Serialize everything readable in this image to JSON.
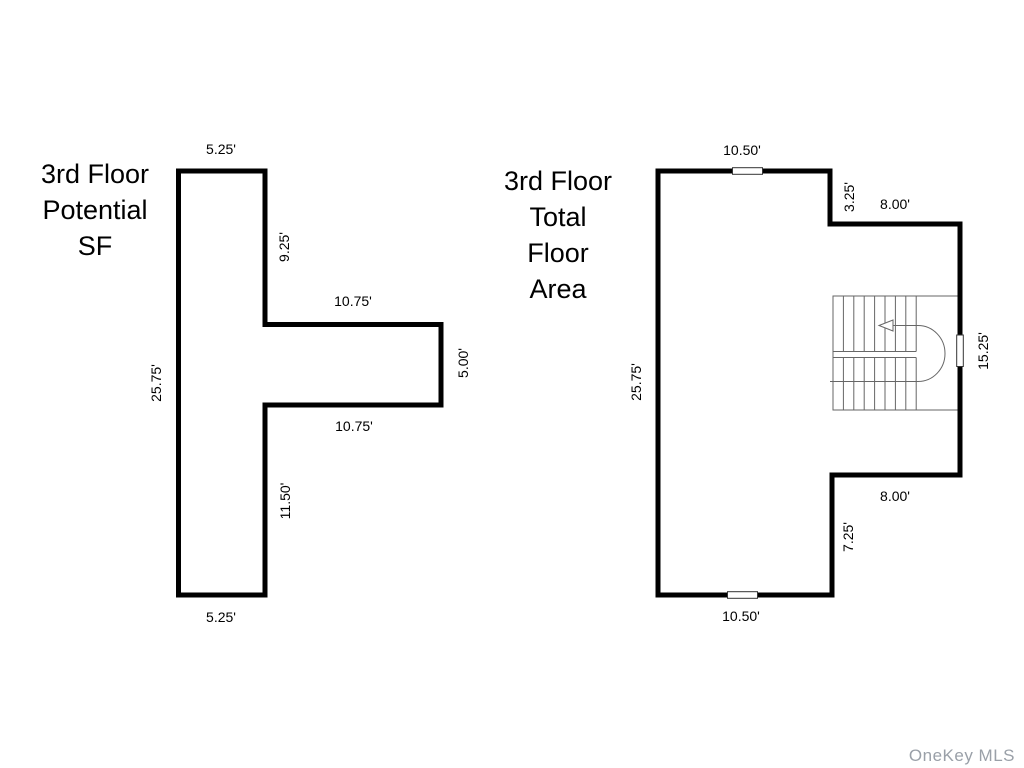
{
  "watermark": "OneKey MLS",
  "colors": {
    "wall": "#000000",
    "stair_line": "#666666",
    "text": "#000000",
    "watermark": "#9aa0a8"
  },
  "icons": {
    "stair_arrow": "left-arrow"
  },
  "left_plan": {
    "title_lines": [
      "3rd Floor",
      "Potential",
      "SF"
    ],
    "dims": {
      "top": "5.25'",
      "left_side": "25.75'",
      "neck_right": "9.25'",
      "arm_top": "10.75'",
      "arm_right": "5.00'",
      "arm_bottom": "10.75'",
      "lower_right": "11.50'",
      "bottom": "5.25'"
    }
  },
  "right_plan": {
    "title_lines": [
      "3rd Floor",
      "Total",
      "Floor",
      "Area"
    ],
    "dims": {
      "top": "10.50'",
      "step_right": "3.25'",
      "step_top": "8.00'",
      "left_side": "25.75'",
      "right_side": "15.25'",
      "notch_bottom": "8.00'",
      "notch_right": "7.25'",
      "bottom": "10.50'"
    }
  }
}
